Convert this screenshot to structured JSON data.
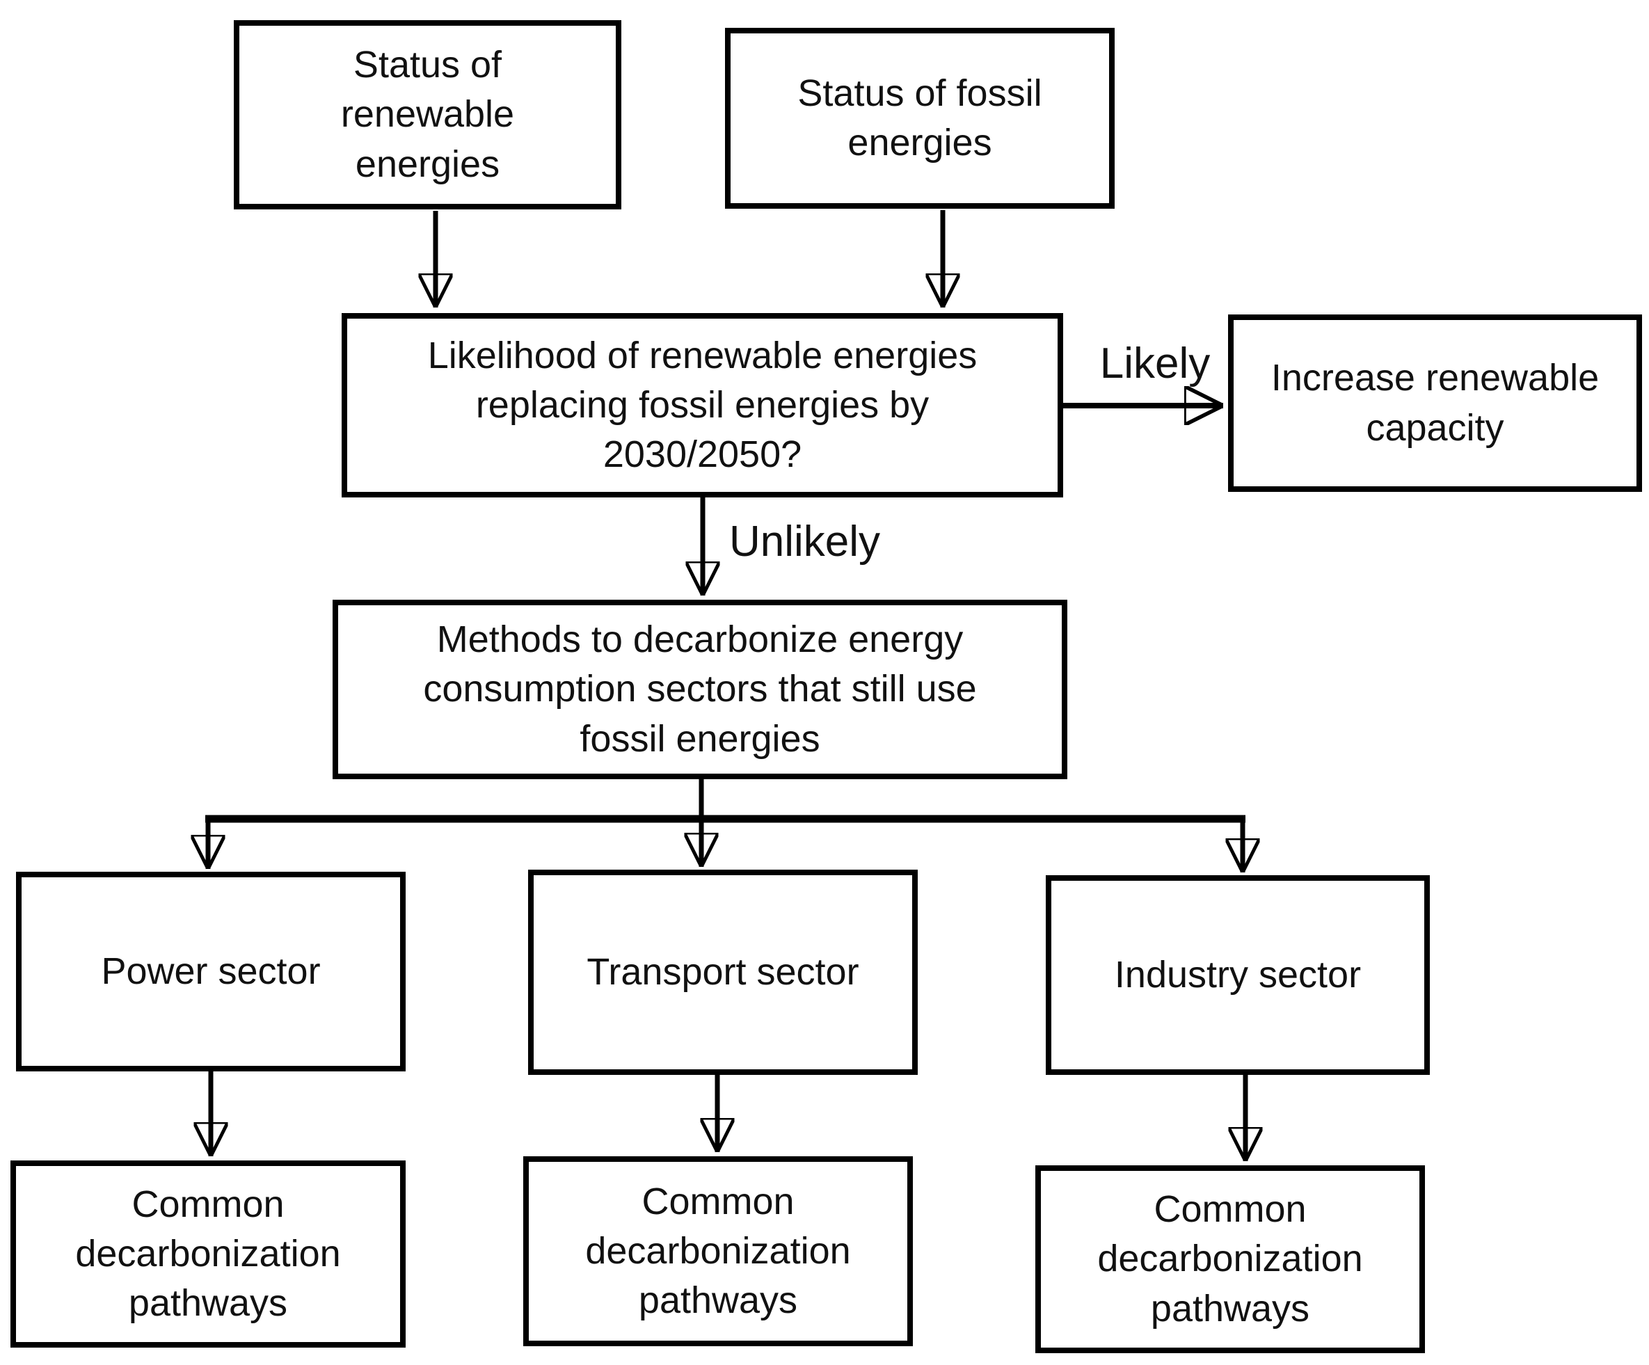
{
  "diagram": {
    "background_color": "#ffffff",
    "stroke_color": "#000000",
    "text_color": "#111111",
    "nodes": {
      "status_renewable": {
        "label": "Status of\nrenewable\nenergies"
      },
      "status_fossil": {
        "label": "Status of fossil\nenergies"
      },
      "likelihood_question": {
        "label": "Likelihood of renewable energies\nreplacing  fossil energies by\n2030/2050?"
      },
      "increase_renewable_capacity": {
        "label": "Increase renewable\ncapacity"
      },
      "decarbonize_methods": {
        "label": "Methods to decarbonize energy\nconsumption sectors that still use\nfossil energies"
      },
      "power_sector": {
        "label": "Power sector"
      },
      "transport_sector": {
        "label": "Transport sector"
      },
      "industry_sector": {
        "label": "Industry sector"
      },
      "power_pathways": {
        "label": "Common\ndecarbonization\npathways"
      },
      "transport_pathways": {
        "label": "Common\ndecarbonization\npathways"
      },
      "industry_pathways": {
        "label": "Common\ndecarbonization\npathways"
      }
    },
    "edge_labels": {
      "likely": "Likely",
      "unlikely": "Unlikely"
    }
  }
}
